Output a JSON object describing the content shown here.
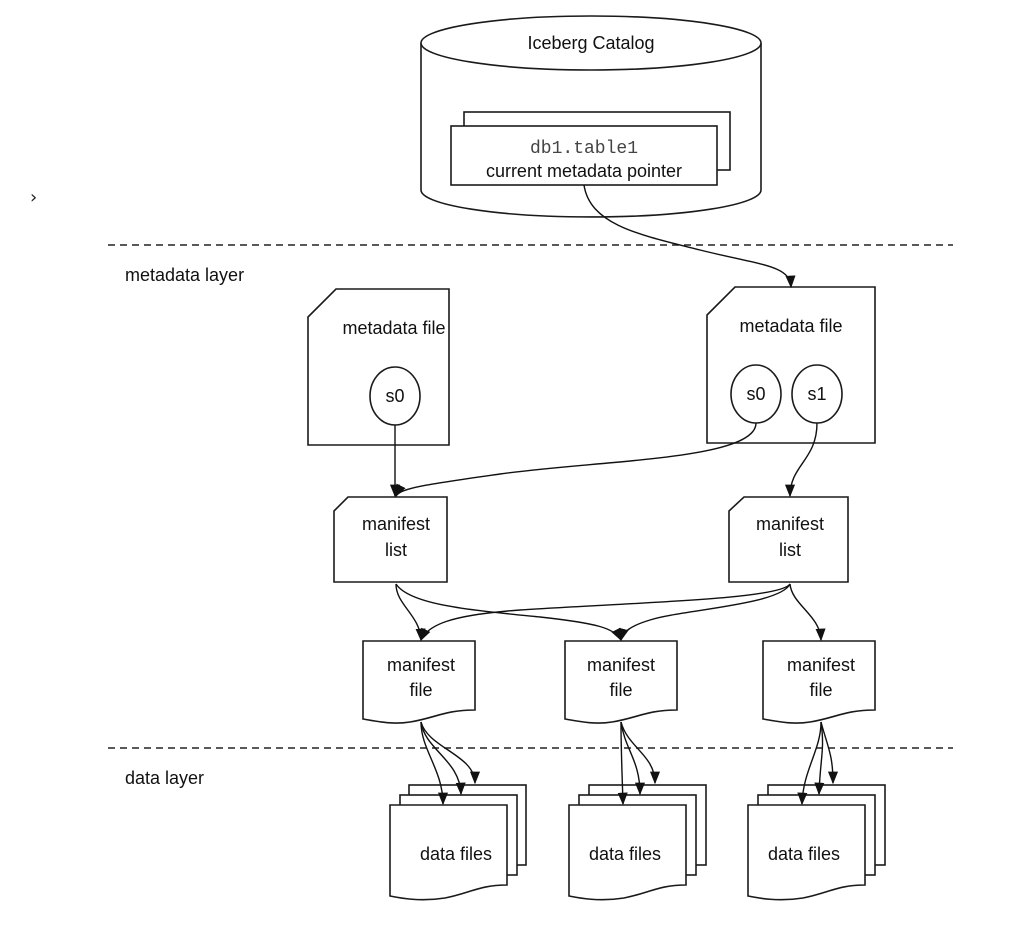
{
  "page": {
    "expand_toggle": "›"
  },
  "layers": {
    "metadata": "metadata layer",
    "data": "data layer"
  },
  "catalog": {
    "title": "Iceberg Catalog",
    "table_name": "db1.table1",
    "pointer_label": "current metadata pointer"
  },
  "metadata_files": [
    {
      "label": "metadata file",
      "snapshots": [
        "s0"
      ]
    },
    {
      "label": "metadata file",
      "snapshots": [
        "s0",
        "s1"
      ]
    }
  ],
  "manifest_lists": [
    {
      "line1": "manifest",
      "line2": "list"
    },
    {
      "line1": "manifest",
      "line2": "list"
    }
  ],
  "manifest_files": [
    {
      "line1": "manifest",
      "line2": "file"
    },
    {
      "line1": "manifest",
      "line2": "file"
    },
    {
      "line1": "manifest",
      "line2": "file"
    }
  ],
  "data_files": [
    {
      "label": "data files"
    },
    {
      "label": "data files"
    },
    {
      "label": "data files"
    }
  ],
  "edges": [
    {
      "from": "catalog-pointer",
      "to": "metadata-file-2"
    },
    {
      "from": "metadata-file-1.s0",
      "to": "manifest-list-1"
    },
    {
      "from": "metadata-file-2.s0",
      "to": "manifest-list-1"
    },
    {
      "from": "metadata-file-2.s1",
      "to": "manifest-list-2"
    },
    {
      "from": "manifest-list-1",
      "to": "manifest-file-1"
    },
    {
      "from": "manifest-list-1",
      "to": "manifest-file-2"
    },
    {
      "from": "manifest-list-2",
      "to": "manifest-file-1"
    },
    {
      "from": "manifest-list-2",
      "to": "manifest-file-2"
    },
    {
      "from": "manifest-list-2",
      "to": "manifest-file-3"
    },
    {
      "from": "manifest-file-1",
      "to": "data-files-1"
    },
    {
      "from": "manifest-file-2",
      "to": "data-files-2"
    },
    {
      "from": "manifest-file-3",
      "to": "data-files-3"
    }
  ]
}
